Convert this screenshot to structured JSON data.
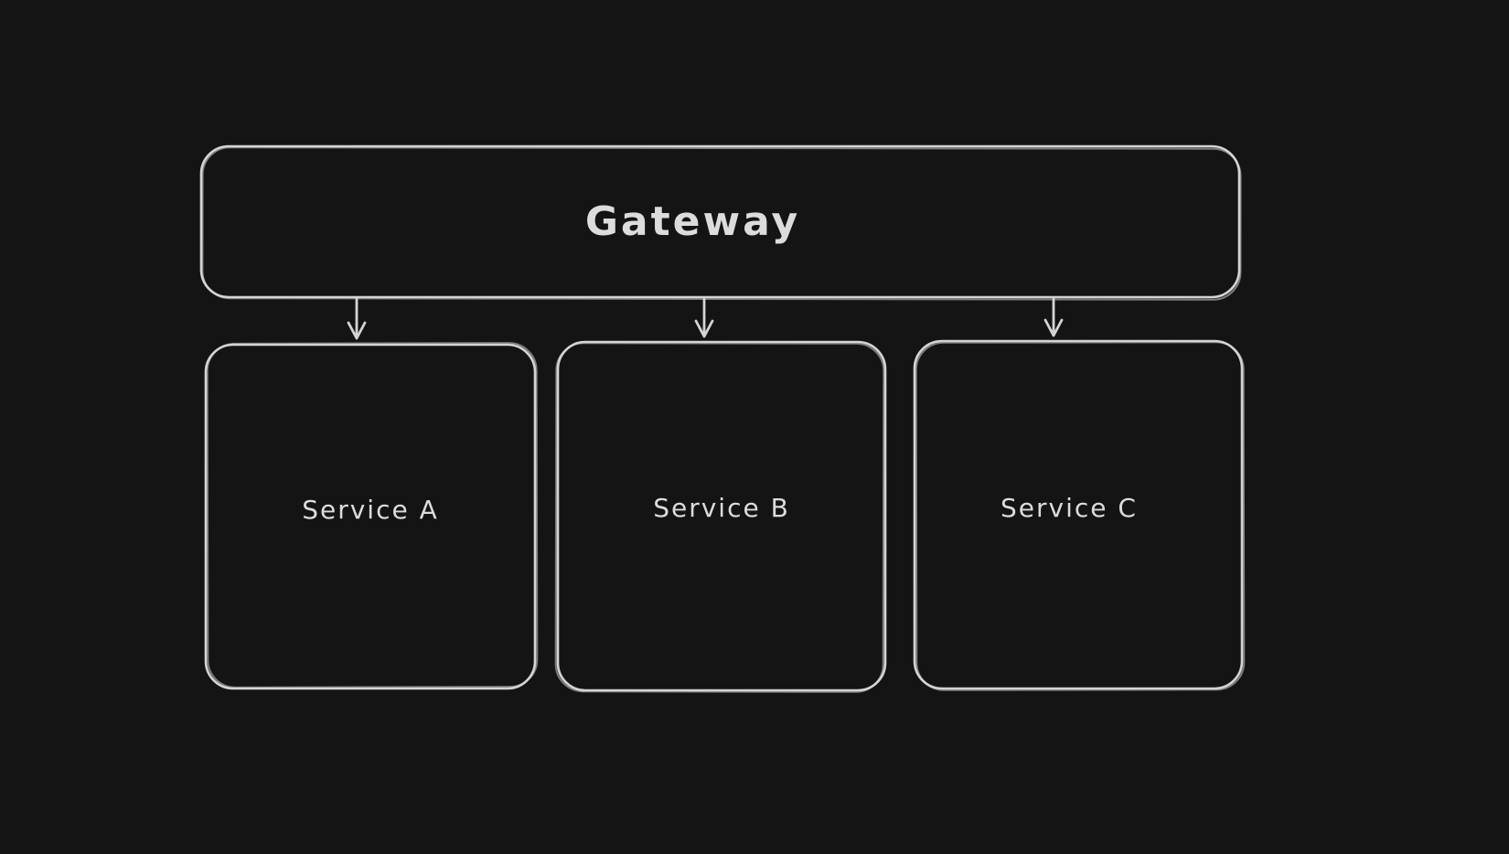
{
  "canvas": {
    "background_color": "#141414",
    "stroke_color": "#d4d4d4",
    "text_color": "#dcdcdc"
  },
  "diagram": {
    "type": "flowchart",
    "style": "hand-drawn",
    "nodes": [
      {
        "id": "gateway",
        "label": "Gateway",
        "shape": "rounded-rectangle"
      },
      {
        "id": "service-a",
        "label": "Service A",
        "shape": "rounded-rectangle"
      },
      {
        "id": "service-b",
        "label": "Service B",
        "shape": "rounded-rectangle"
      },
      {
        "id": "service-c",
        "label": "Service C",
        "shape": "rounded-rectangle"
      }
    ],
    "edges": [
      {
        "from": "gateway",
        "to": "service-a",
        "direction": "down",
        "arrowhead": "open-v"
      },
      {
        "from": "gateway",
        "to": "service-b",
        "direction": "down",
        "arrowhead": "open-v"
      },
      {
        "from": "gateway",
        "to": "service-c",
        "direction": "down",
        "arrowhead": "open-v"
      }
    ]
  }
}
